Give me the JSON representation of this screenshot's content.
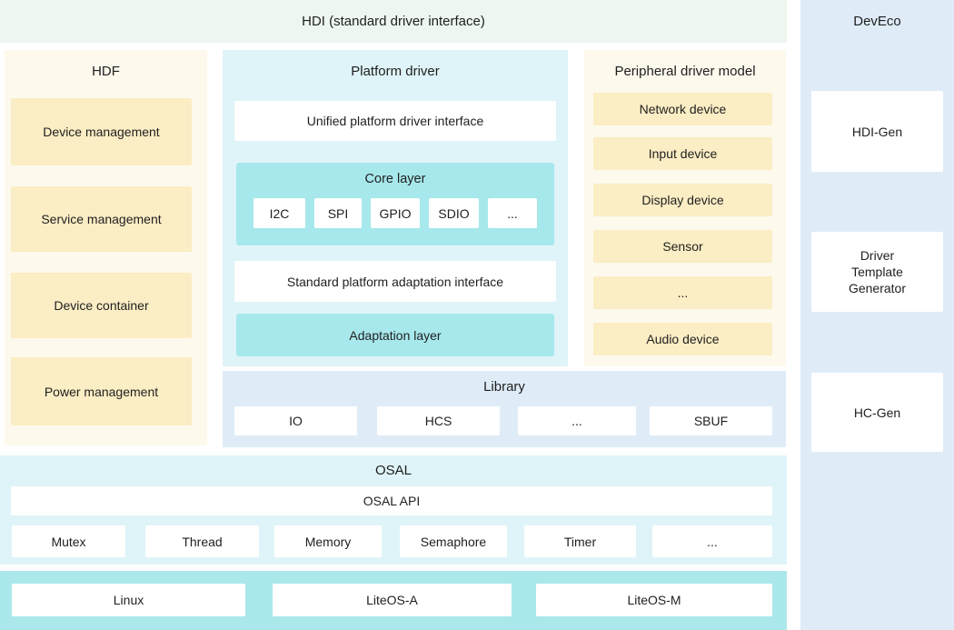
{
  "colors": {
    "hdi_band": "#edf7f0",
    "cream_panel": "#fdf9ec",
    "yellow_box": "#fbedc4",
    "cyan_panel": "#dff4f8",
    "cyan_box": "#a7e8ec",
    "blue_panel": "#dfecf8",
    "kernel_band": "#aae8eb",
    "text": "#1f1f1f"
  },
  "hdi_band": {
    "title": "HDI (standard driver interface)"
  },
  "hdf": {
    "title": "HDF",
    "items": [
      "Device management",
      "Service management",
      "Device container",
      "Power management"
    ]
  },
  "platform": {
    "title": "Platform driver",
    "unified": "Unified platform driver interface",
    "core": {
      "title": "Core layer",
      "chips": [
        "I2C",
        "SPI",
        "GPIO",
        "SDIO",
        "..."
      ]
    },
    "standard": "Standard platform adaptation interface",
    "adaptation": "Adaptation layer"
  },
  "peripheral": {
    "title": "Peripheral driver model",
    "items": [
      "Network device",
      "Input device",
      "Display device",
      "Sensor",
      "...",
      "Audio device"
    ]
  },
  "library": {
    "title": "Library",
    "items": [
      "IO",
      "HCS",
      "...",
      "SBUF"
    ]
  },
  "osal": {
    "title": "OSAL",
    "api": "OSAL API",
    "items": [
      "Mutex",
      "Thread",
      "Memory",
      "Semaphore",
      "Timer",
      "..."
    ]
  },
  "kernel": {
    "items": [
      "Linux",
      "LiteOS-A",
      "LiteOS-M"
    ]
  },
  "deveco": {
    "title": "DevEco",
    "items": [
      "HDI-Gen",
      "Driver\nTemplate\nGenerator",
      "HC-Gen"
    ]
  }
}
